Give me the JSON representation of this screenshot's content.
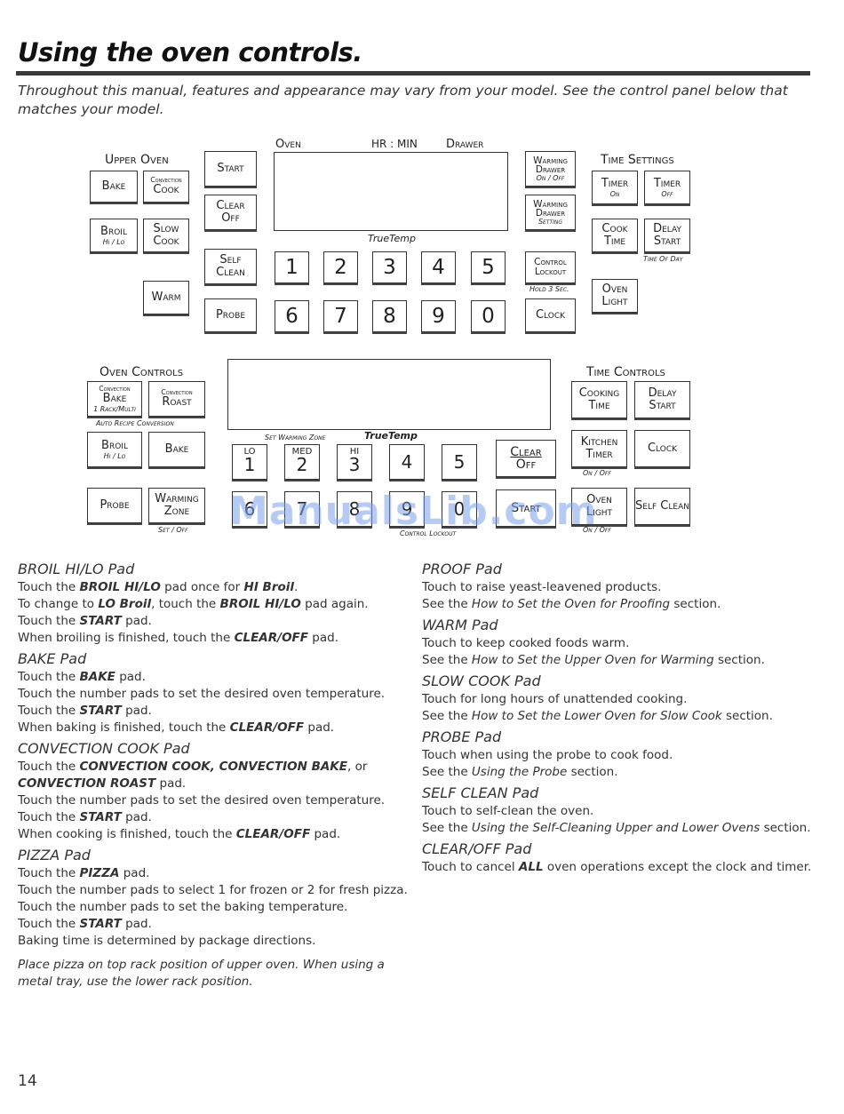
{
  "page": {
    "title": "Using the oven controls.",
    "intro": "Throughout this manual, features and appearance may vary from your model. See the control panel below that matches your model.",
    "page_number": "14",
    "watermark": "ManualsLib.com"
  },
  "panel1": {
    "upper_oven": "Upper Oven",
    "bake": "Bake",
    "convection": "Convection",
    "cook": "Cook",
    "broil": "Broil",
    "hi_lo": "Hi / Lo",
    "slow_cook": "Slow Cook",
    "warm": "Warm",
    "start": "Start",
    "clear": "Clear",
    "off": "Off",
    "self_clean": "Self Clean",
    "probe": "Probe",
    "oven_label": "Oven",
    "hrmin_label": "HR : MIN",
    "drawer_label": "Drawer",
    "truetemp": "TrueTemp",
    "nums": [
      "1",
      "2",
      "3",
      "4",
      "5",
      "6",
      "7",
      "8",
      "9",
      "0"
    ],
    "warming_drawer": "Warming Drawer",
    "on_off": "On / Off",
    "setting": "Setting",
    "control_lockout": "Control Lockout",
    "hold3": "Hold 3 Sec.",
    "clock": "Clock",
    "time_settings": "Time Settings",
    "timer": "Timer",
    "on": "On",
    "off_small": "Off",
    "cook_time": "Cook Time",
    "delay_start": "Delay Start",
    "time_of_day": "Time Of Day",
    "oven_light": "Oven Light"
  },
  "panel2": {
    "oven_controls": "Oven Controls",
    "convection": "Convection",
    "bake": "Bake",
    "rack_multi": "1 Rack/Multi",
    "roast": "Roast",
    "auto_recipe": "Auto Recipe Conversion",
    "broil": "Broil",
    "hi_lo": "Hi / Lo",
    "bake2": "Bake",
    "probe": "Probe",
    "warming_zone": "Warming Zone",
    "set_off": "Set / Off",
    "set_warming_zone": "Set Warming Zone",
    "truetemp": "TrueTemp",
    "lo": "LO",
    "med": "MED",
    "hi": "HI",
    "nums_top": [
      "1",
      "2",
      "3",
      "4",
      "5"
    ],
    "clear": "Clear",
    "off": "Off",
    "nums_bottom": [
      "6",
      "7",
      "8",
      "9",
      "0"
    ],
    "start": "Start",
    "control_lockout": "Control Lockout",
    "time_controls": "Time Controls",
    "cooking_time": "Cooking Time",
    "delay_start": "Delay Start",
    "kitchen_timer": "Kitchen Timer",
    "on_off": "On / Off",
    "clock": "Clock",
    "oven_light": "Oven Light",
    "on_off2": "On / Off",
    "self_clean": "Self Clean"
  },
  "left_col": [
    {
      "heading": "BROIL HI/LO Pad",
      "lines": [
        "Touch the BROIL HI/LO pad once for HI Broil.",
        "To change to LO Broil, touch the BROIL HI/LO pad again.",
        "Touch the START pad.",
        "When broiling is finished, touch the CLEAR/OFF pad."
      ]
    },
    {
      "heading": "BAKE Pad",
      "lines": [
        "Touch the BAKE pad.",
        "Touch the number pads to set the desired oven temperature.",
        "Touch the START pad.",
        "When baking is finished, touch the CLEAR/OFF pad."
      ]
    },
    {
      "heading": "CONVECTION COOK Pad",
      "lines": [
        "Touch the CONVECTION COOK, CONVECTION BAKE, or",
        "CONVECTION ROAST pad.",
        "Touch the number pads to set the desired oven temperature.",
        "Touch the START pad.",
        "When cooking is finished, touch the CLEAR/OFF pad."
      ]
    },
    {
      "heading": "PIZZA Pad",
      "lines": [
        "Touch the PIZZA pad.",
        "Touch the number pads to select 1 for frozen or 2 for fresh pizza.",
        "Touch the number pads to set the baking temperature.",
        "Touch the START pad.",
        "Baking time is determined by package directions."
      ],
      "note": "Place pizza on top rack position of upper oven. When using a metal tray, use the lower rack position."
    }
  ],
  "right_col": [
    {
      "heading": "PROOF Pad",
      "lines": [
        "Touch to raise yeast-leavened products.",
        "See the How to Set the Oven for Proofing section."
      ]
    },
    {
      "heading": "WARM Pad",
      "lines": [
        "Touch to keep cooked foods warm.",
        "See the How to Set the Upper Oven for Warming section."
      ]
    },
    {
      "heading": "SLOW COOK Pad",
      "lines": [
        "Touch for long hours of unattended cooking.",
        "See the How to Set the Lower Oven for Slow Cook section."
      ]
    },
    {
      "heading": "PROBE Pad",
      "lines": [
        "Touch when using the probe to cook food.",
        "See the Using the Probe section."
      ]
    },
    {
      "heading": "SELF CLEAN Pad",
      "lines": [
        "Touch to self-clean the oven.",
        "See the Using the Self-Cleaning Upper and Lower Ovens section."
      ]
    },
    {
      "heading": "CLEAR/OFF Pad",
      "lines": [
        "Touch to cancel ALL oven operations except the clock and timer."
      ]
    }
  ]
}
